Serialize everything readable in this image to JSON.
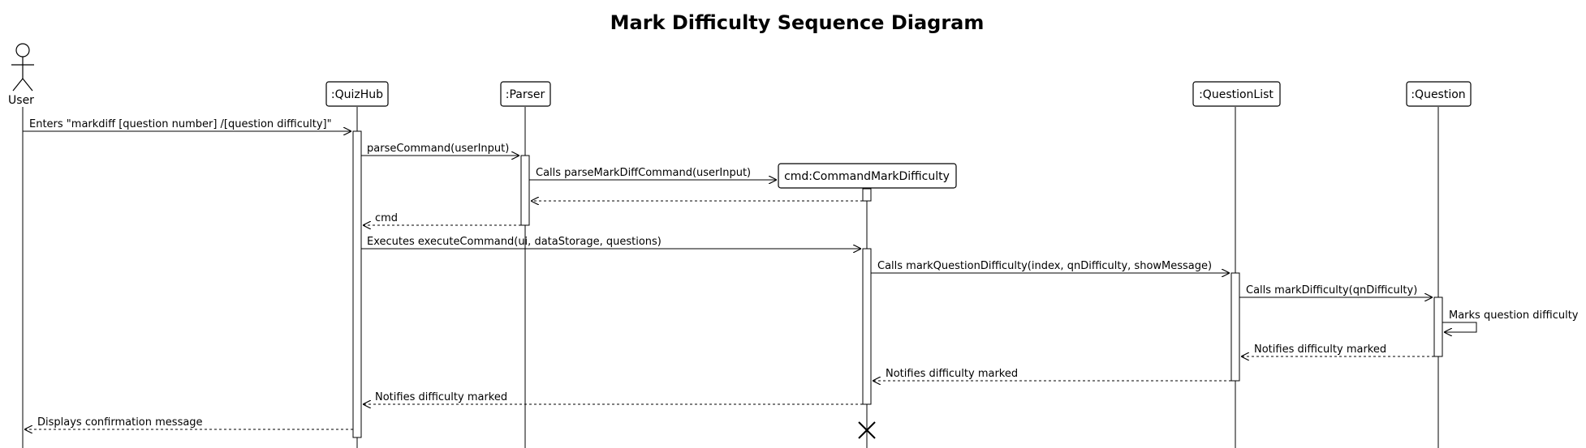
{
  "title": "Mark Difficulty Sequence Diagram",
  "actor": {
    "label": "User"
  },
  "participants": [
    {
      "id": "quizhub",
      "label": ":QuizHub"
    },
    {
      "id": "parser",
      "label": ":Parser"
    },
    {
      "id": "cmd",
      "label": "cmd:CommandMarkDifficulty"
    },
    {
      "id": "questionlist",
      "label": ":QuestionList"
    },
    {
      "id": "question",
      "label": ":Question"
    }
  ],
  "messages": [
    {
      "id": "m1",
      "label": "Enters \"markdiff [question number] /[question difficulty]\"",
      "kind": "call"
    },
    {
      "id": "m2",
      "label": "parseCommand(userInput)",
      "kind": "call"
    },
    {
      "id": "m3",
      "label": "Calls parseMarkDiffCommand(userInput)",
      "kind": "create"
    },
    {
      "id": "m4",
      "label": "",
      "kind": "return"
    },
    {
      "id": "m5",
      "label": "cmd",
      "kind": "return"
    },
    {
      "id": "m6",
      "label": "Executes executeCommand(ui, dataStorage, questions)",
      "kind": "call"
    },
    {
      "id": "m7",
      "label": "Calls markQuestionDifficulty(index, qnDifficulty, showMessage)",
      "kind": "call"
    },
    {
      "id": "m8",
      "label": "Calls markDifficulty(qnDifficulty)",
      "kind": "call"
    },
    {
      "id": "m9",
      "label": "Marks question difficulty",
      "kind": "self"
    },
    {
      "id": "m10",
      "label": "Notifies difficulty marked",
      "kind": "return"
    },
    {
      "id": "m11",
      "label": "Notifies difficulty marked",
      "kind": "return"
    },
    {
      "id": "m12",
      "label": "Notifies difficulty marked",
      "kind": "return"
    },
    {
      "id": "m13",
      "label": "Displays confirmation message",
      "kind": "return"
    }
  ]
}
